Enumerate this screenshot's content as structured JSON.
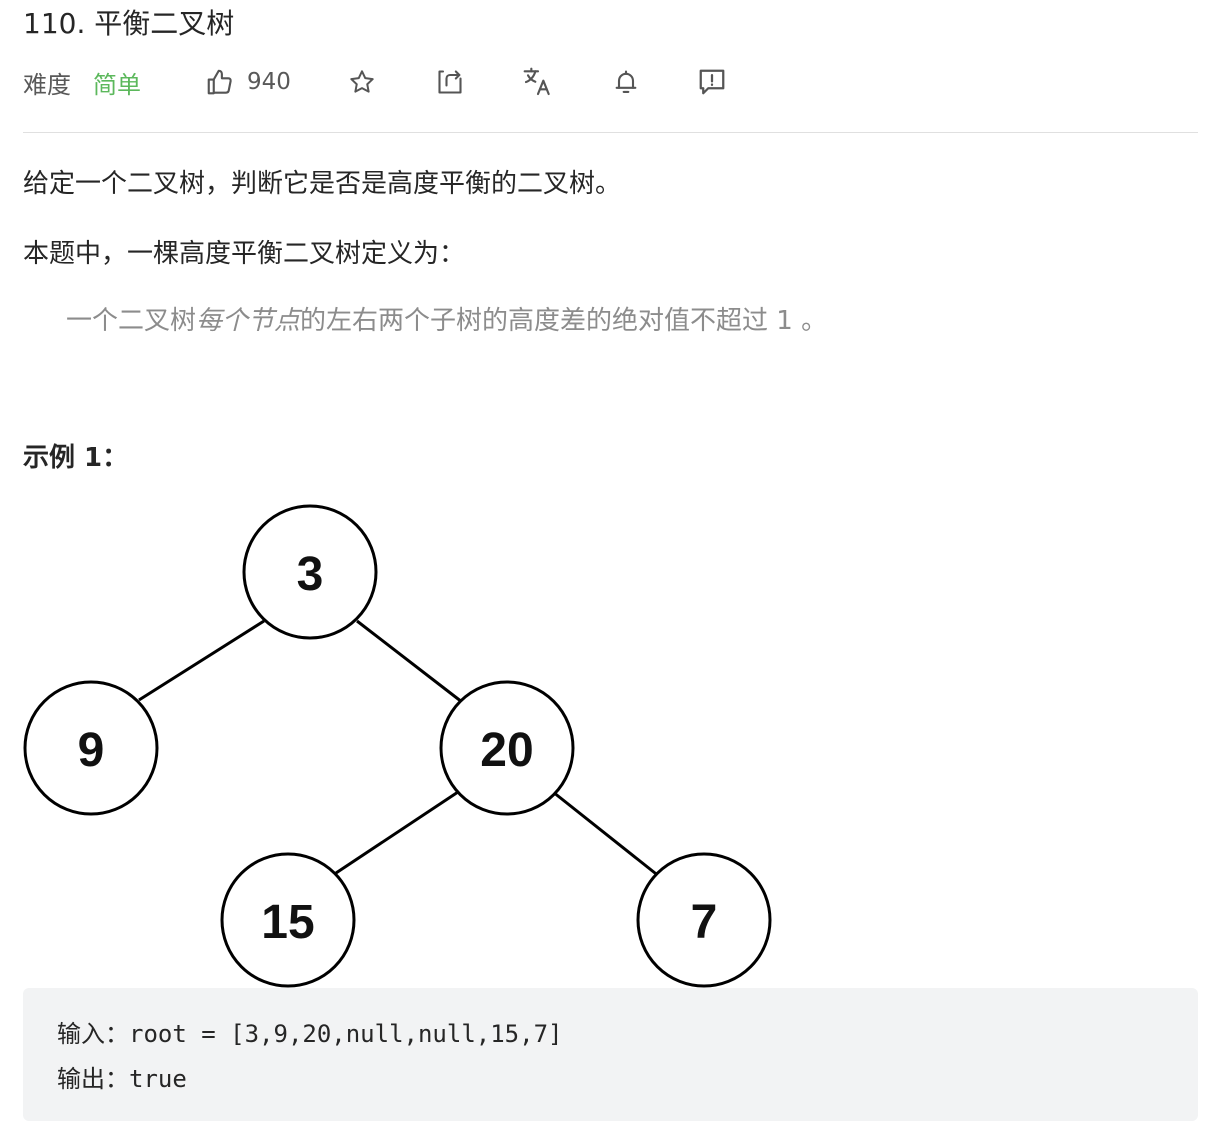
{
  "problem": {
    "title": "110. 平衡二叉树",
    "difficulty_label": "难度",
    "difficulty_value": "简单",
    "difficulty_color": "#5cb85c",
    "like_count": "940"
  },
  "toolbar": {
    "icons": [
      "thumbs-up-icon",
      "star-icon",
      "share-icon",
      "translate-icon",
      "bell-icon",
      "feedback-icon"
    ]
  },
  "description": {
    "p1": "给定一个二叉树，判断它是否是高度平衡的二叉树。",
    "p2": "本题中，一棵高度平衡二叉树定义为：",
    "quote_before": "一个二叉树",
    "quote_emphasis": "每个节点",
    "quote_after": "的左右两个子树的高度差的绝对值不超过 1 。"
  },
  "example": {
    "title": "示例 1：",
    "tree_nodes": [
      "3",
      "9",
      "20",
      "15",
      "7"
    ],
    "input_line": "输入：root = [3,9,20,null,null,15,7]",
    "output_line": "输出：true"
  }
}
